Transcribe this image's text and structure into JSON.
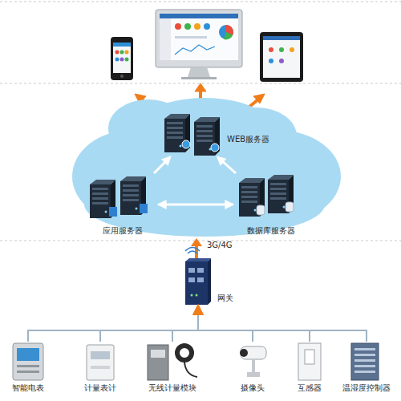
{
  "diagram": {
    "nodes": [
      {
        "text": [
          "WEB服务器"
        ]
      },
      {
        "text": [
          "应用服务器"
        ]
      },
      {
        "text": [
          "数据库服务器"
        ]
      },
      {
        "text": [
          "网关"
        ]
      },
      {
        "text": [
          "智能电表"
        ]
      },
      {
        "text": [
          "计量表计"
        ]
      },
      {
        "text": [
          "无线计量模块"
        ]
      },
      {
        "text": [
          "摄像头"
        ]
      },
      {
        "text": [
          "互感器"
        ]
      },
      {
        "text": [
          "温湿度控制器"
        ]
      }
    ],
    "edges": [
      {
        "from": 1,
        "to": 2,
        "arrow": "both"
      },
      {
        "from": 1,
        "to": 0,
        "arrow": "to"
      },
      {
        "from": 2,
        "to": 0,
        "arrow": "to"
      },
      {
        "from": 4,
        "to": 3,
        "arrow": "to"
      },
      {
        "from": 5,
        "to": 3,
        "arrow": "to"
      },
      {
        "from": 6,
        "to": 3,
        "arrow": "to"
      },
      {
        "from": 7,
        "to": 3,
        "arrow": "to"
      },
      {
        "from": 8,
        "to": 3,
        "arrow": "to"
      },
      {
        "from": 9,
        "to": 3,
        "arrow": "to"
      }
    ],
    "labels": [
      "3G/4G"
    ]
  }
}
